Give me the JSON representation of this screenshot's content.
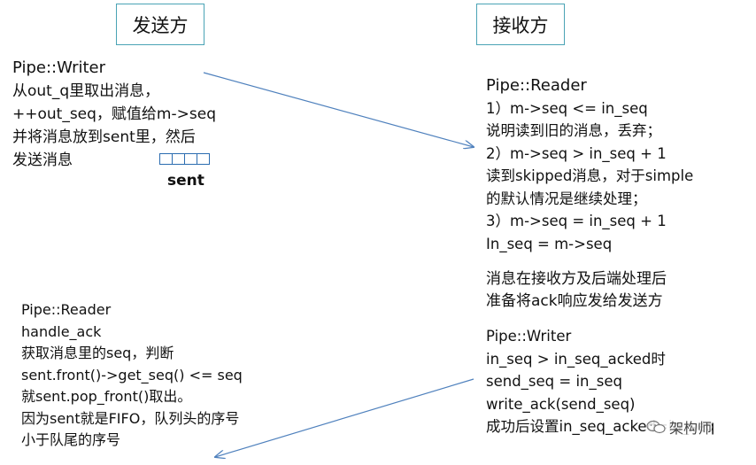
{
  "headers": {
    "sender": "发送方",
    "receiver": "接收方"
  },
  "sender_block": {
    "lines": [
      "Pipe::Writer",
      "从out_q里取出消息，",
      "++out_seq，赋值给m->seq",
      "并将消息放到sent里，然后",
      "发送消息"
    ]
  },
  "sent_queue": {
    "label": "sent",
    "cells": 4
  },
  "receiver_block": {
    "lines": [
      "Pipe::Reader",
      "1）m->seq <= in_seq",
      "说明读到旧的消息，丢弃；",
      "2）m->seq > in_seq + 1",
      "读到skipped消息，对于simple",
      "的默认情况是继续处理；",
      "3）m->seq = in_seq + 1",
      "In_seq = m->seq"
    ]
  },
  "notice_block": {
    "lines": [
      "消息在接收方及后端处理后",
      "准备将ack响应发给发送方"
    ]
  },
  "receiver_writer_block": {
    "lines": [
      "Pipe::Writer",
      "in_seq > in_seq_acked时",
      "send_seq = in_seq",
      "write_ack(send_seq)",
      "成功后设置in_seq_acked=in_seq"
    ]
  },
  "sender_reader_block": {
    "lines": [
      "Pipe::Reader",
      "handle_ack",
      "获取消息里的seq，判断",
      "sent.front()->get_seq()  <= seq",
      "就sent.pop_front()取出。",
      "因为sent就是FIFO，队列头的序号",
      "小于队尾的序号"
    ]
  },
  "watermark": {
    "text": "架构师",
    "icon": "wechat-icon"
  },
  "colors": {
    "arrow": "#4f81bd",
    "box_border": "#4aa3b5",
    "queue_border": "#2b6cb0"
  }
}
